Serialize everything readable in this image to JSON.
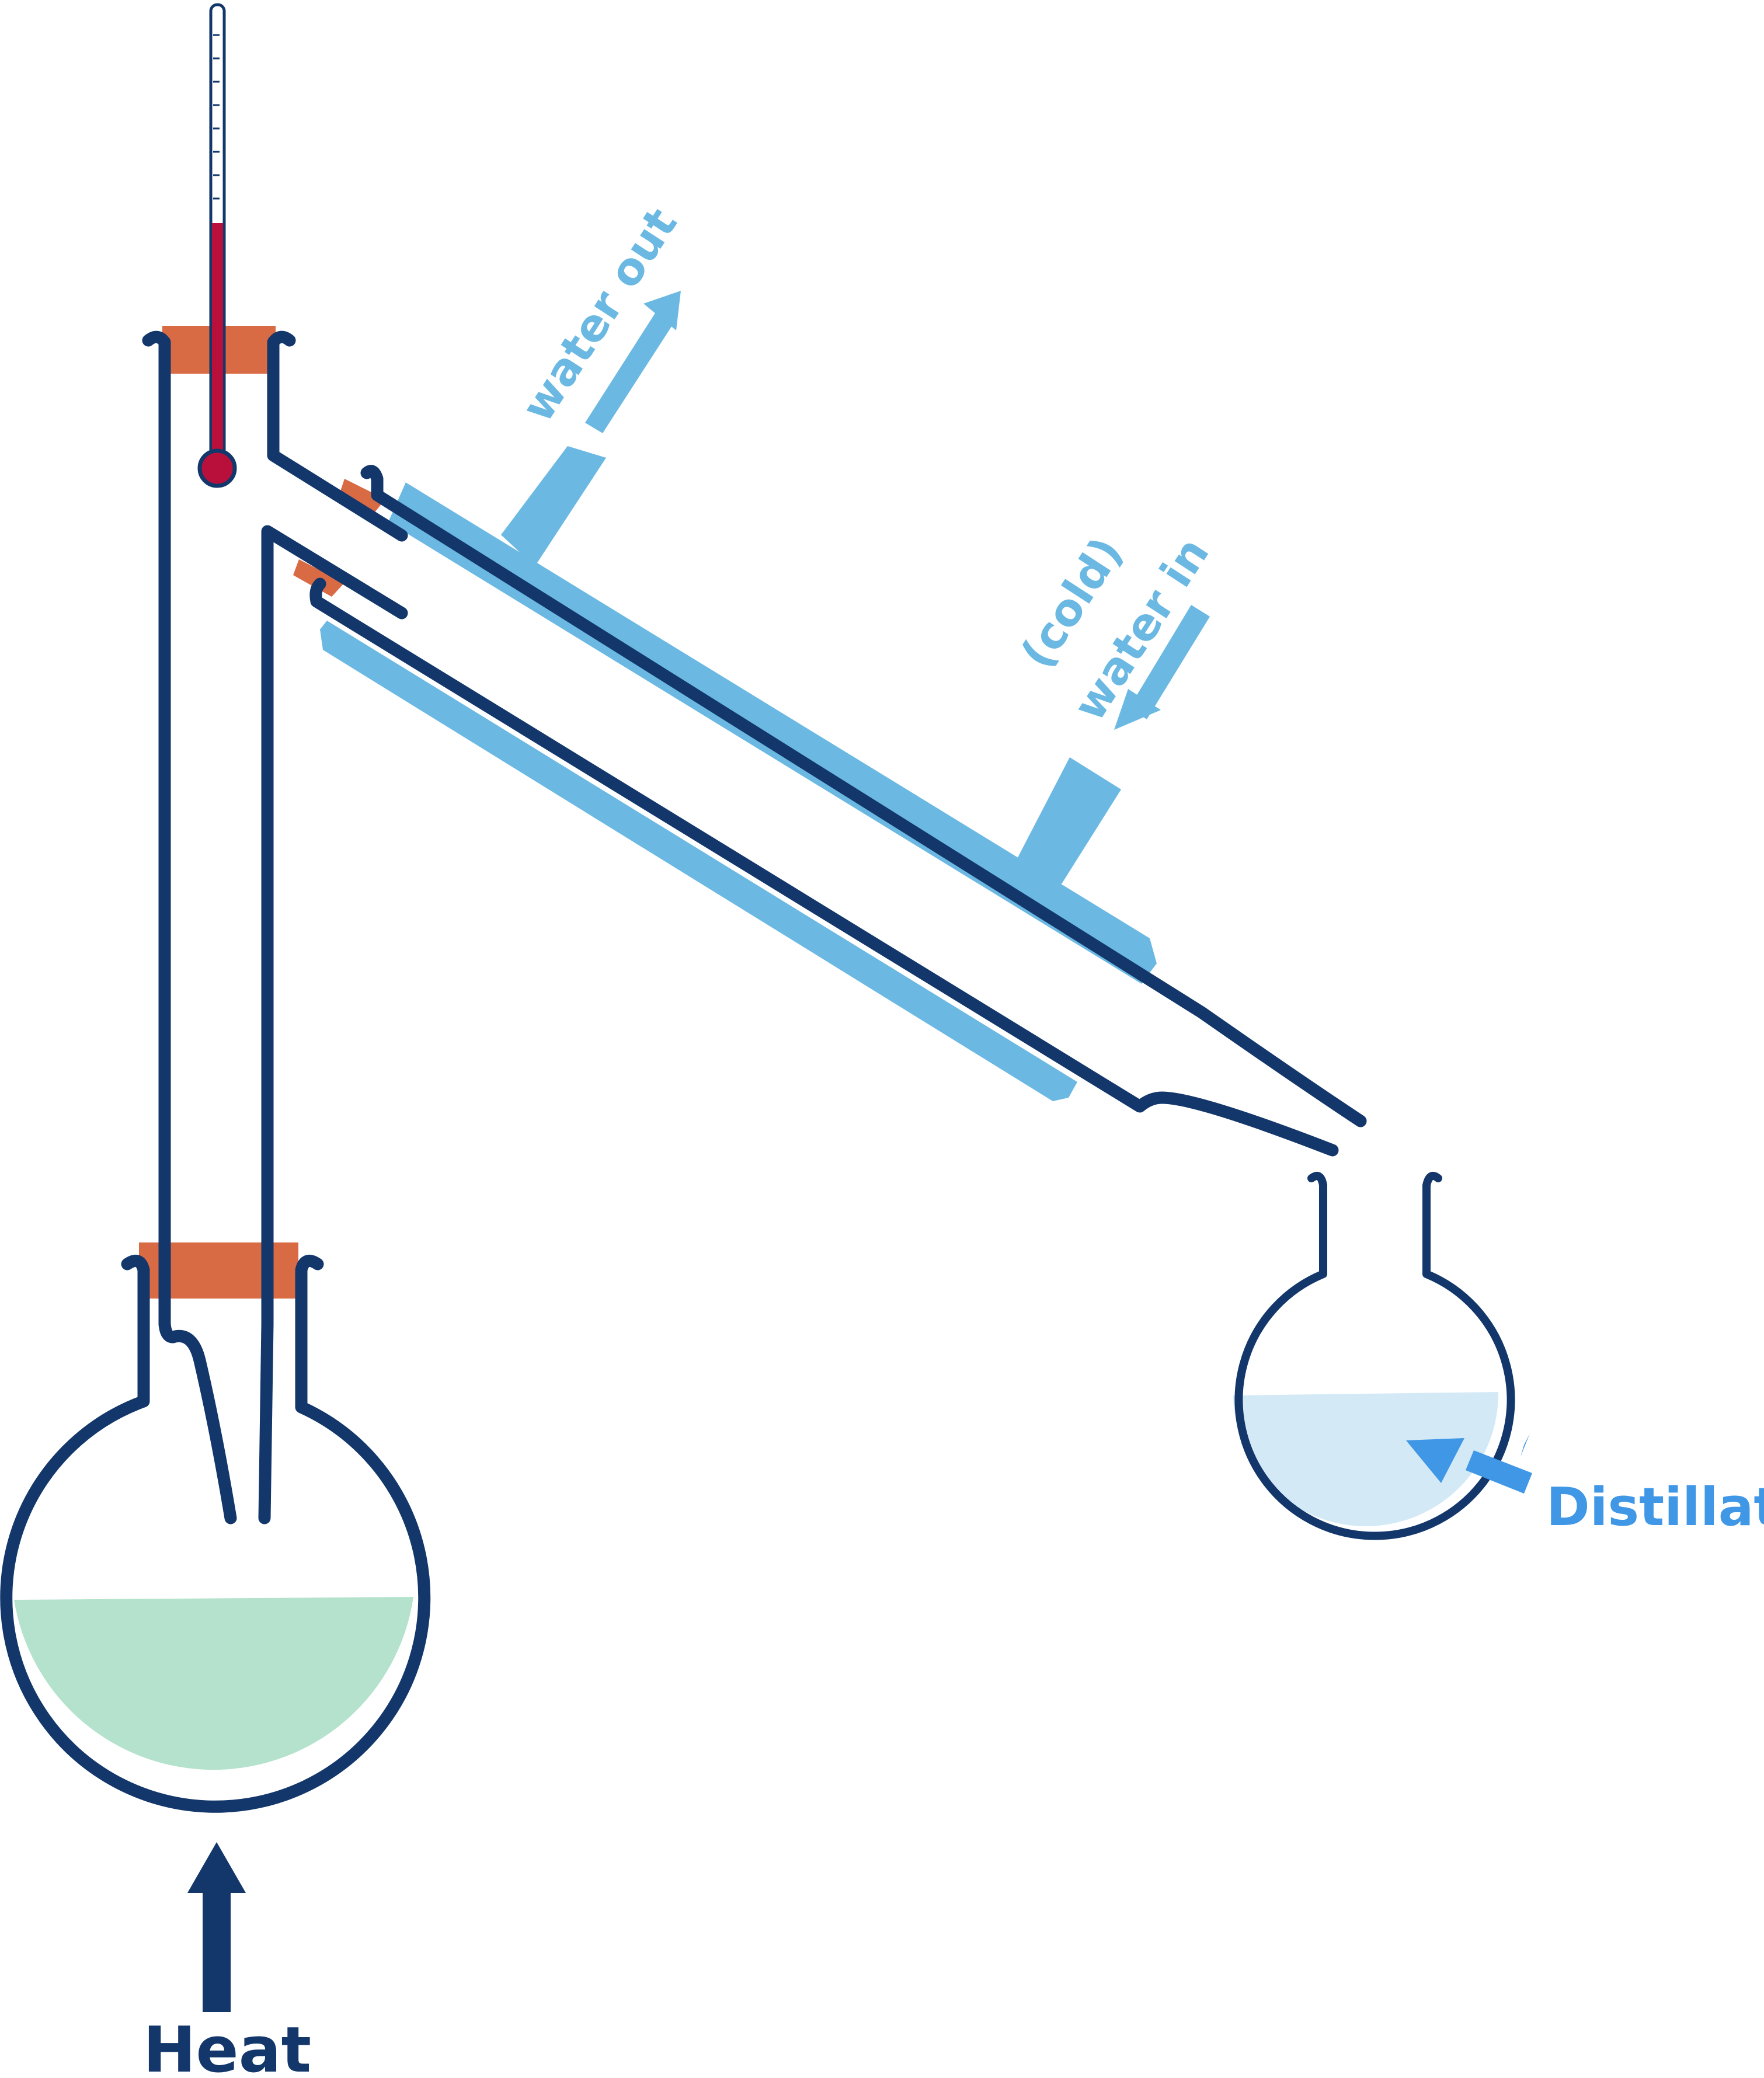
{
  "labels": {
    "water_out": "water out",
    "cold": "(cold)",
    "water_in": "water in",
    "distillate": "Distillate",
    "heat": "Heat"
  },
  "colors": {
    "glass": "#13376b",
    "condenser_jacket": "#6bb9e3",
    "stopper": "#d86a44",
    "thermometer_liquid": "#b8103a",
    "mixture": "#b4e2cc",
    "distillate_liquid": "#d3e9f6",
    "label_blue": "#3f97e6"
  },
  "icons": {
    "water_out_arrow": "arrow-up-right",
    "water_in_arrow": "arrow-down-left",
    "distillate_arrow": "arrow-up-left",
    "heat_arrow": "arrow-up"
  }
}
